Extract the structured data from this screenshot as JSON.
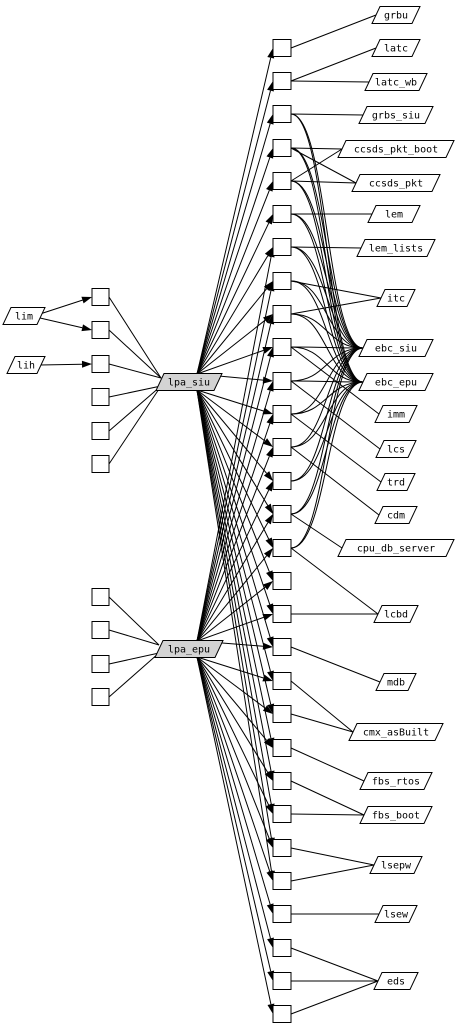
{
  "left_labels": [
    "lim",
    "lih"
  ],
  "hub_labels": [
    "lpa_siu",
    "lpa_epu"
  ],
  "right_labels": [
    "grbu",
    "latc",
    "latc_wb",
    "grbs_siu",
    "ccsds_pkt_boot",
    "ccsds_pkt",
    "lem",
    "lem_lists",
    "itc",
    "ebc_siu",
    "ebc_epu",
    "imm",
    "lcs",
    "trd",
    "cdm",
    "cpu_db_server",
    "lcbd",
    "mdb",
    "cmx_asBuilt",
    "fbs_rtos",
    "fbs_boot",
    "lsepw",
    "lsew",
    "eds"
  ]
}
